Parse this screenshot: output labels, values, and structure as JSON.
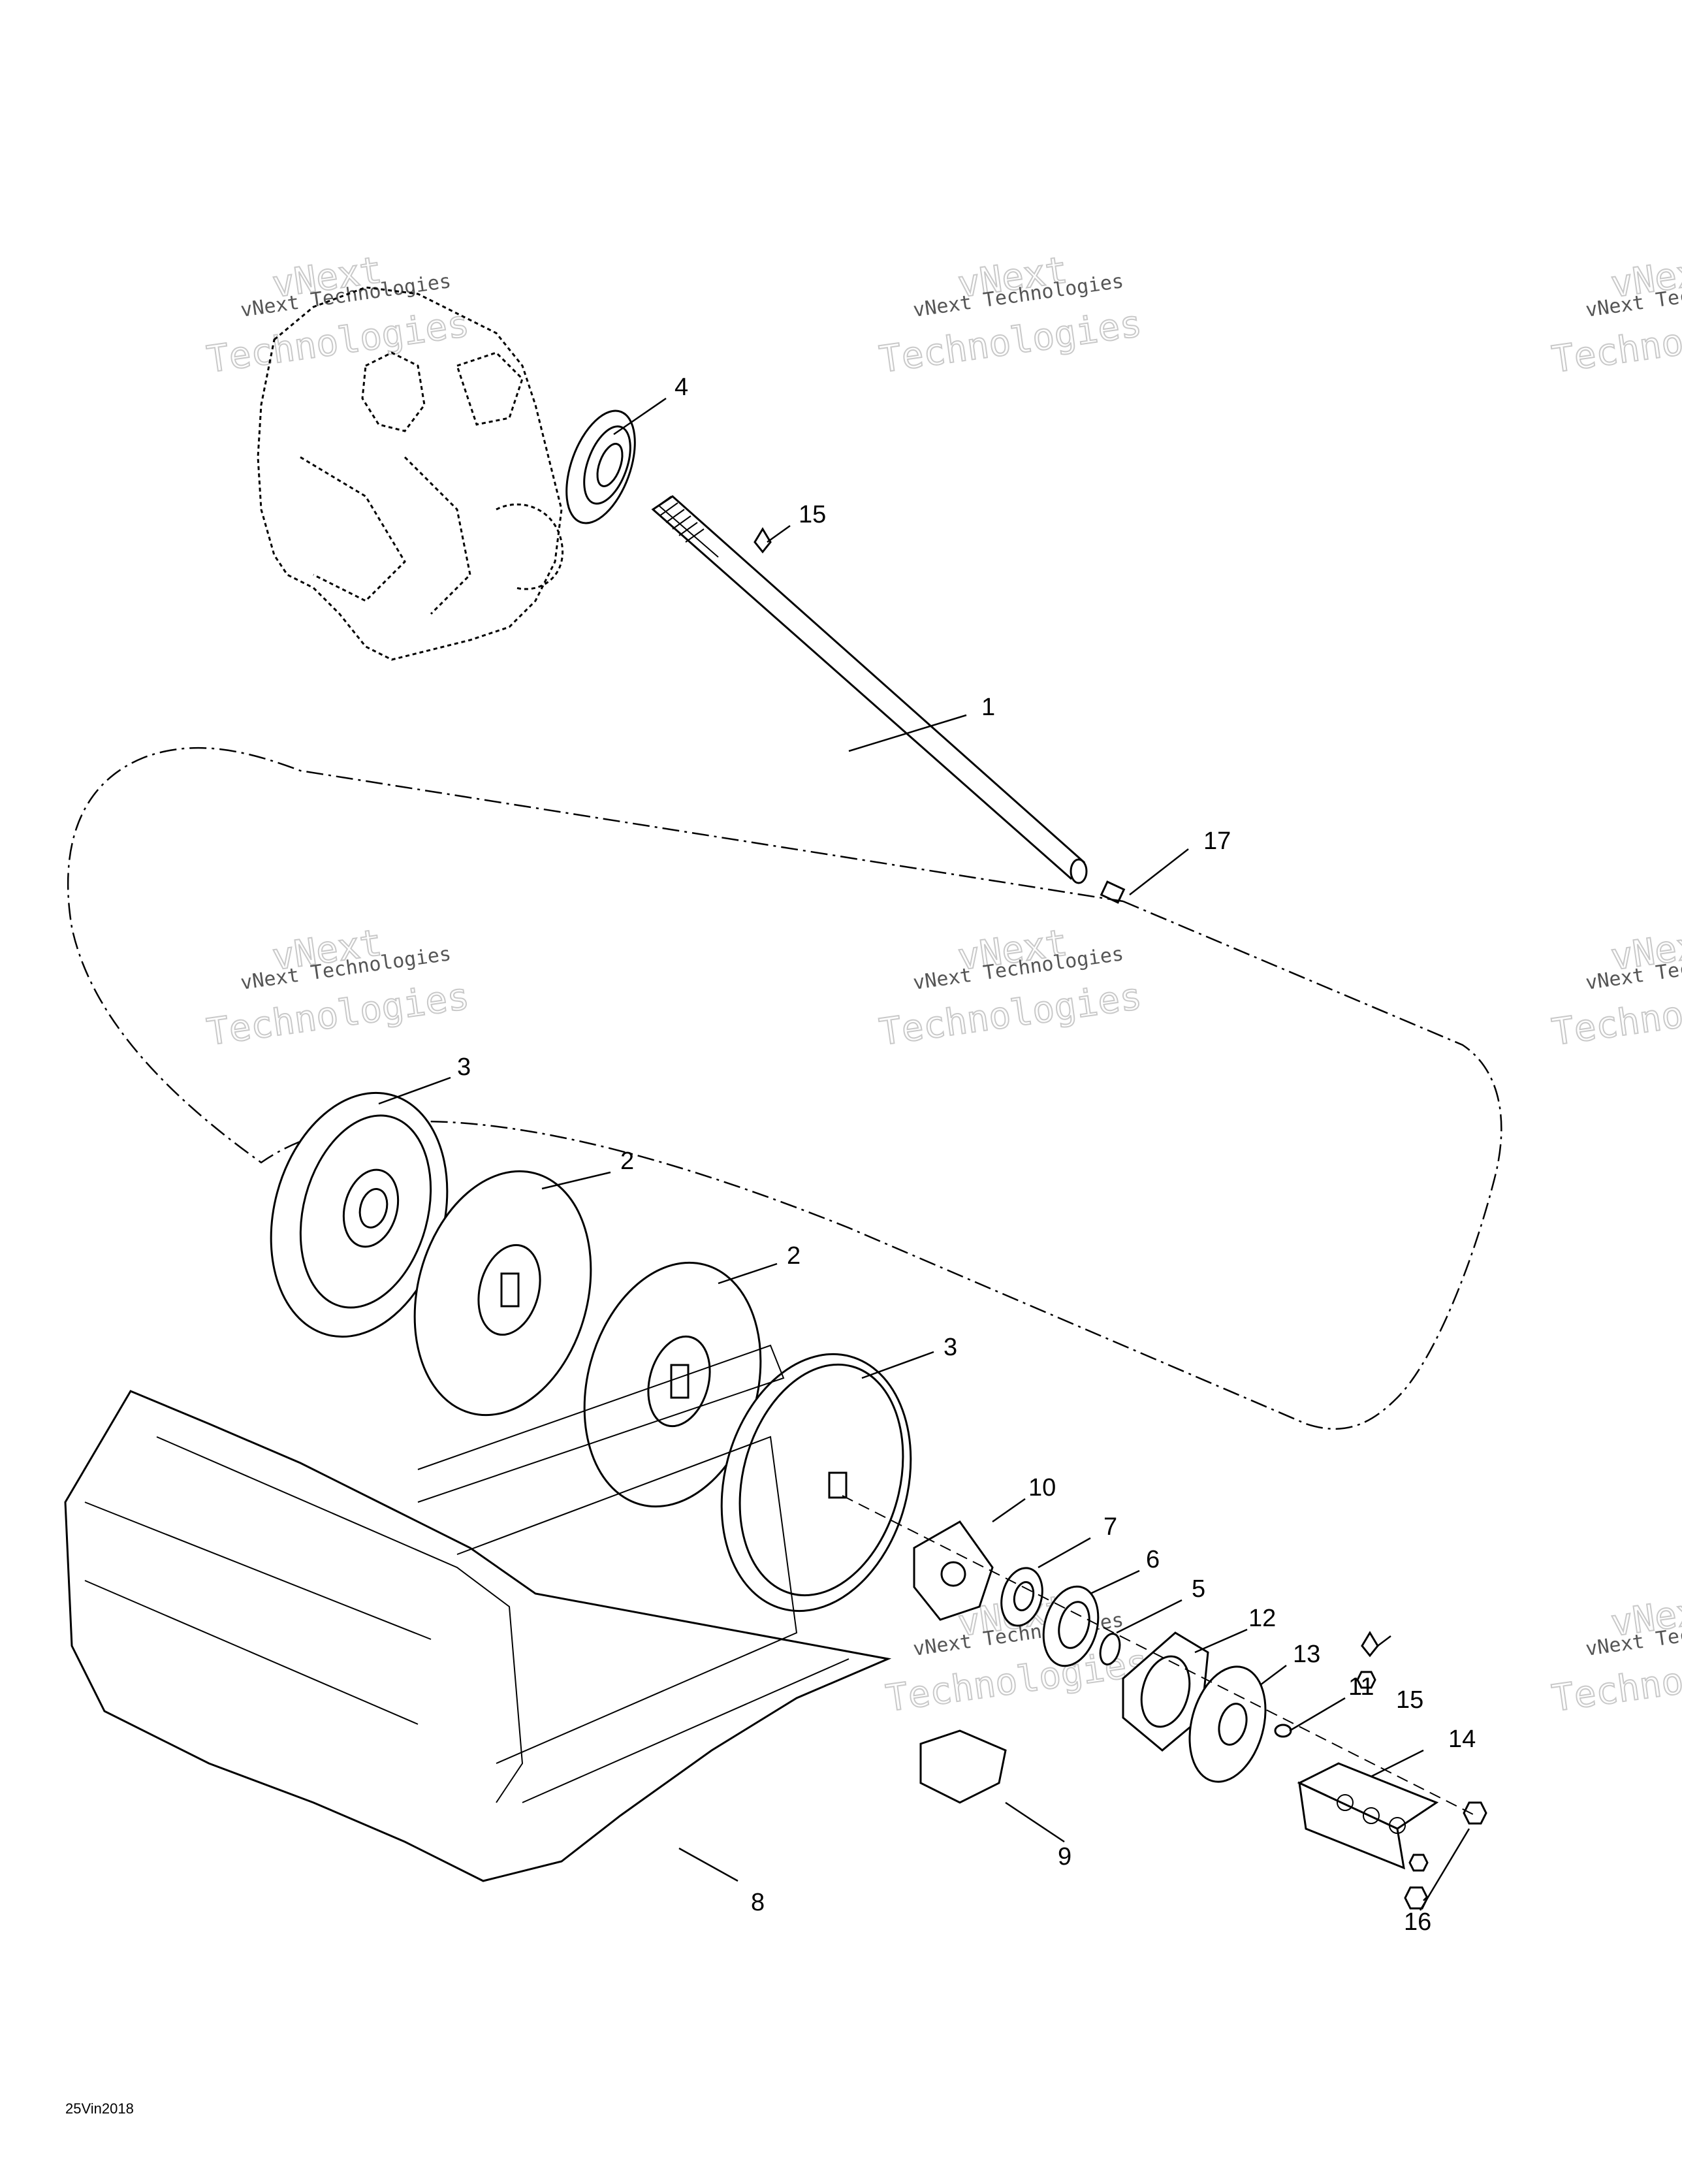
{
  "diagram": {
    "callouts": [
      {
        "id": "c4",
        "label": "4"
      },
      {
        "id": "c15a",
        "label": "15"
      },
      {
        "id": "c1",
        "label": "1"
      },
      {
        "id": "c17",
        "label": "17"
      },
      {
        "id": "c3a",
        "label": "3"
      },
      {
        "id": "c2a",
        "label": "2"
      },
      {
        "id": "c2b",
        "label": "2"
      },
      {
        "id": "c3b",
        "label": "3"
      },
      {
        "id": "c10",
        "label": "10"
      },
      {
        "id": "c7",
        "label": "7"
      },
      {
        "id": "c6",
        "label": "6"
      },
      {
        "id": "c5",
        "label": "5"
      },
      {
        "id": "c12",
        "label": "12"
      },
      {
        "id": "c13",
        "label": "13"
      },
      {
        "id": "c11",
        "label": "11"
      },
      {
        "id": "c15b",
        "label": "15"
      },
      {
        "id": "c14",
        "label": "14"
      },
      {
        "id": "c9",
        "label": "9"
      },
      {
        "id": "c8",
        "label": "8"
      },
      {
        "id": "c16",
        "label": "16"
      }
    ],
    "watermark": {
      "line1": "vNext Technologies",
      "line2": "vNext",
      "line3": "Technologies"
    },
    "footer_code": "25Vin2018"
  }
}
